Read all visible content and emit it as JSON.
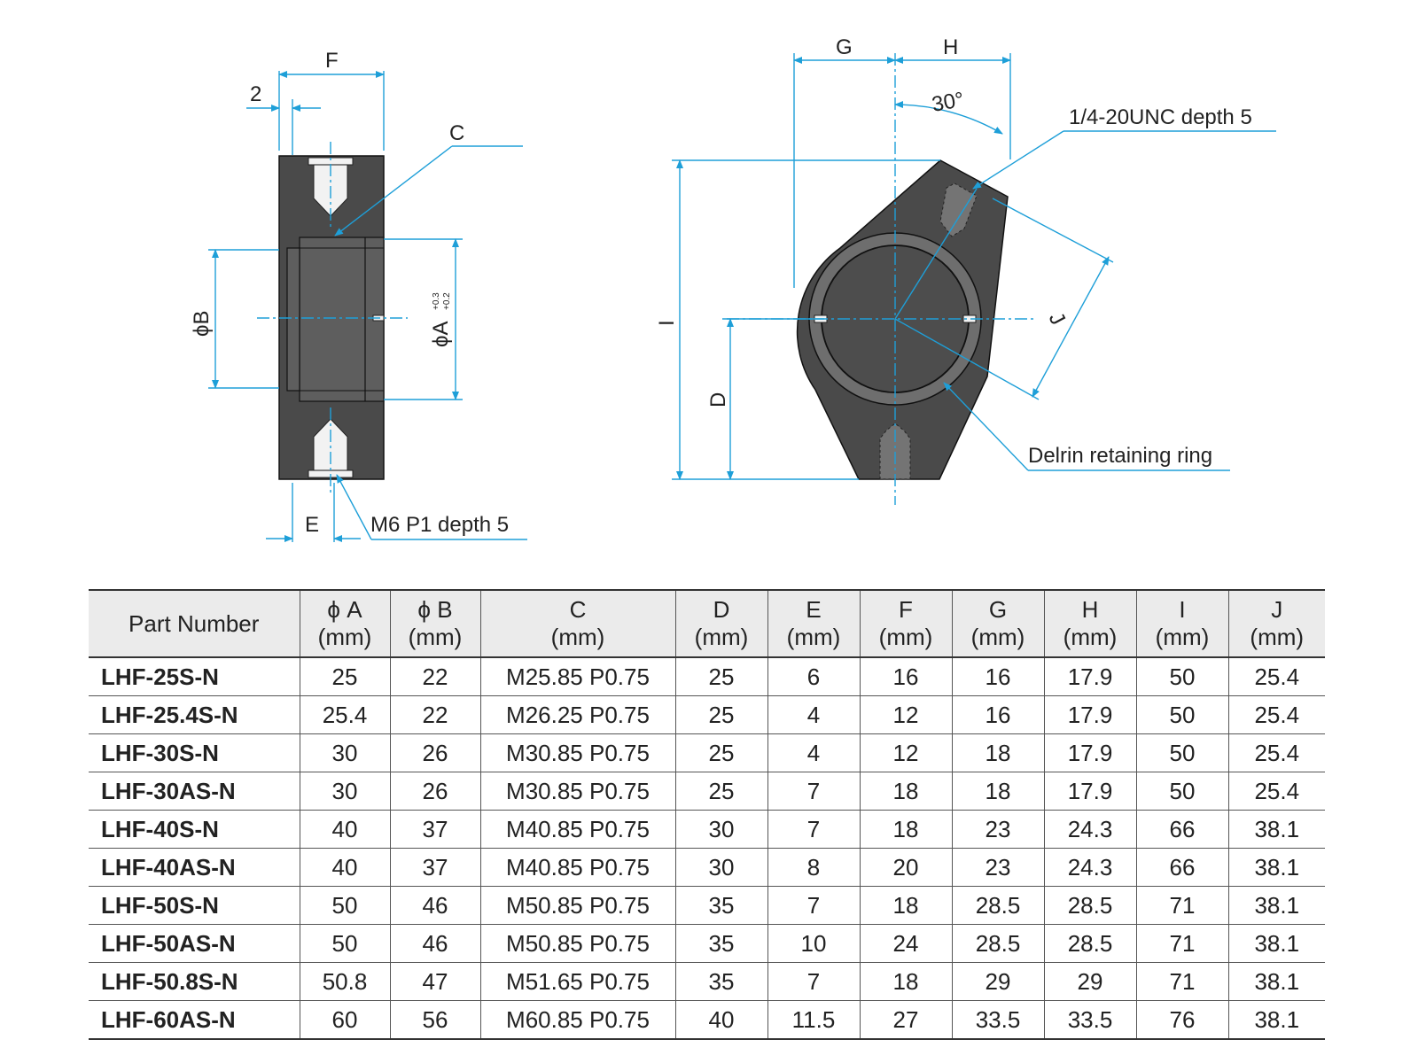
{
  "drawing": {
    "side_view": {
      "labels": {
        "f": "F",
        "two": "2",
        "c": "C",
        "phi_b": "ϕB",
        "phi_a": "ϕA",
        "tol_upper": "+0.3",
        "tol_lower": "+0.2",
        "e": "E",
        "m6_callout": "M6 P1 depth 5"
      }
    },
    "front_view": {
      "labels": {
        "g": "G",
        "h": "H",
        "angle": "30°",
        "unc_callout": "1/4-20UNC depth 5",
        "i": "I",
        "j": "J",
        "d": "D",
        "ring_callout": "Delrin retaining ring"
      }
    }
  },
  "table": {
    "headers": [
      {
        "line1": "Part Number",
        "line2": ""
      },
      {
        "line1": "ϕ A",
        "line2": "(mm)"
      },
      {
        "line1": "ϕ B",
        "line2": "(mm)"
      },
      {
        "line1": "C",
        "line2": "(mm)"
      },
      {
        "line1": "D",
        "line2": "(mm)"
      },
      {
        "line1": "E",
        "line2": "(mm)"
      },
      {
        "line1": "F",
        "line2": "(mm)"
      },
      {
        "line1": "G",
        "line2": "(mm)"
      },
      {
        "line1": "H",
        "line2": "(mm)"
      },
      {
        "line1": "I",
        "line2": "(mm)"
      },
      {
        "line1": "J",
        "line2": "(mm)"
      }
    ],
    "rows": [
      [
        "LHF-25S-N",
        "25",
        "22",
        "M25.85 P0.75",
        "25",
        "6",
        "16",
        "16",
        "17.9",
        "50",
        "25.4"
      ],
      [
        "LHF-25.4S-N",
        "25.4",
        "22",
        "M26.25 P0.75",
        "25",
        "4",
        "12",
        "16",
        "17.9",
        "50",
        "25.4"
      ],
      [
        "LHF-30S-N",
        "30",
        "26",
        "M30.85 P0.75",
        "25",
        "4",
        "12",
        "18",
        "17.9",
        "50",
        "25.4"
      ],
      [
        "LHF-30AS-N",
        "30",
        "26",
        "M30.85 P0.75",
        "25",
        "7",
        "18",
        "18",
        "17.9",
        "50",
        "25.4"
      ],
      [
        "LHF-40S-N",
        "40",
        "37",
        "M40.85 P0.75",
        "30",
        "7",
        "18",
        "23",
        "24.3",
        "66",
        "38.1"
      ],
      [
        "LHF-40AS-N",
        "40",
        "37",
        "M40.85 P0.75",
        "30",
        "8",
        "20",
        "23",
        "24.3",
        "66",
        "38.1"
      ],
      [
        "LHF-50S-N",
        "50",
        "46",
        "M50.85 P0.75",
        "35",
        "7",
        "18",
        "28.5",
        "28.5",
        "71",
        "38.1"
      ],
      [
        "LHF-50AS-N",
        "50",
        "46",
        "M50.85 P0.75",
        "35",
        "10",
        "24",
        "28.5",
        "28.5",
        "71",
        "38.1"
      ],
      [
        "LHF-50.8S-N",
        "50.8",
        "47",
        "M51.65 P0.75",
        "35",
        "7",
        "18",
        "29",
        "29",
        "71",
        "38.1"
      ],
      [
        "LHF-60AS-N",
        "60",
        "56",
        "M60.85 P0.75",
        "40",
        "11.5",
        "27",
        "33.5",
        "33.5",
        "76",
        "38.1"
      ]
    ]
  }
}
